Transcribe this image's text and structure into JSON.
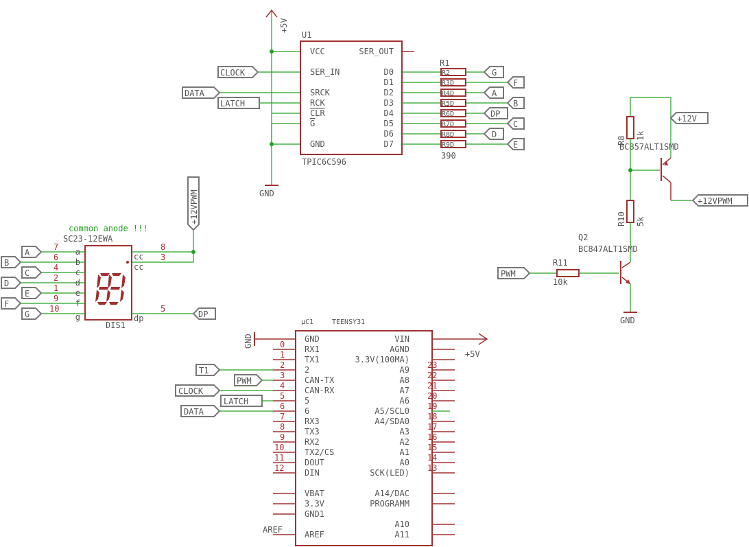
{
  "u1": {
    "ref": "U1",
    "part": "TPIC6C596",
    "left_pins": [
      "VCC",
      "SER_IN",
      "SRCK",
      "RCK",
      "CLR",
      "G",
      "GND"
    ],
    "right_pins": [
      "SER_OUT",
      "D0",
      "D1",
      "D2",
      "D3",
      "D4",
      "D5",
      "D6",
      "D7"
    ],
    "supply": "+5V",
    "gnd": "GND"
  },
  "u1_labels": {
    "clock": "CLOCK",
    "data": "DATA",
    "latch": "LATCH"
  },
  "r1": {
    "ref": "R1",
    "value": "390",
    "overlapped": [
      "R2",
      "R3D",
      "R4D",
      "R5D",
      "R6D",
      "R7D",
      "R8D",
      "R9D"
    ]
  },
  "seg_outputs": [
    "G",
    "F",
    "A",
    "B",
    "DP",
    "C",
    "D",
    "E"
  ],
  "dis1": {
    "note": "common anode !!!",
    "part": "SC23-12EWA",
    "ref": "DIS1",
    "left_labels": [
      "A",
      "B",
      "C",
      "D",
      "E",
      "F",
      "G"
    ],
    "left_pin_nums": [
      "7",
      "6",
      "4",
      "2",
      "1",
      "9",
      "10"
    ],
    "left_pin_names": [
      "a",
      "b",
      "c",
      "d",
      "e",
      "f",
      "g"
    ],
    "right_pin_names": [
      "cc",
      "cc",
      "dp"
    ],
    "right_pin_nums": [
      "8",
      "3",
      "5"
    ],
    "pwm_label": "+12VPWM",
    "dp_label": "DP"
  },
  "driver": {
    "r8_ref": "R8",
    "r8_value": "1k",
    "q1_part": "BC857ALT1SMD",
    "v12": "+12V",
    "v12pwm": "+12VPWM",
    "r10_ref": "R10",
    "r10_value": "5k",
    "q2_ref": "Q2",
    "q2_part": "BC847ALT1SMD",
    "pwm": "PWM",
    "r11_ref": "R11",
    "r11_value": "10k",
    "gnd": "GND"
  },
  "uc1": {
    "ref": "μC1",
    "part": "TEENSY31",
    "left_pins": [
      "GND",
      "RX1",
      "TX1",
      "2",
      "CAN-TX",
      "CAN-RX",
      "5",
      "6",
      "RX3",
      "TX3",
      "RX2",
      "TX2/CS",
      "DOUT",
      "DIN"
    ],
    "left_nums": [
      "0",
      "1",
      "2",
      "3",
      "4",
      "5",
      "6",
      "7",
      "8",
      "9",
      "10",
      "11",
      "12"
    ],
    "right_pins": [
      "VIN",
      "AGND",
      "3.3V(100MA)",
      "A9",
      "A8",
      "A7",
      "A6",
      "A5/SCL0",
      "A4/SDA0",
      "A3",
      "A2",
      "A1",
      "A0",
      "SCK(LED)"
    ],
    "right_nums": [
      "23",
      "22",
      "21",
      "20",
      "19",
      "18",
      "17",
      "16",
      "15",
      "14",
      "13"
    ],
    "bottom_left": [
      "VBAT",
      "3.3V",
      "GND1",
      "AREF"
    ],
    "bottom_right": [
      "A14/DAC",
      "PROGRAMM",
      "A10",
      "A11"
    ],
    "gnd_label": "GND",
    "aref_label": "AREF",
    "vin_label": "+5V",
    "t1": "T1",
    "pwm": "PWM",
    "clock": "CLOCK",
    "latch": "LATCH",
    "data": "DATA"
  }
}
